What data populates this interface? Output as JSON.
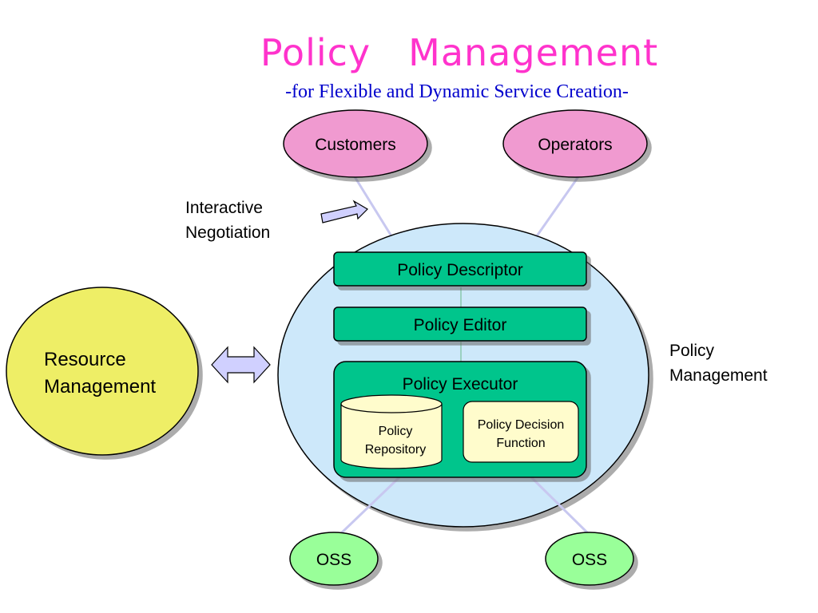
{
  "title": "Policy　Management",
  "subtitle": "-for Flexible and Dynamic Service Creation-",
  "nodes": {
    "customers": "Customers",
    "operators": "Operators",
    "resource_management_line1": "Resource",
    "resource_management_line2": "Management",
    "policy_descriptor": "Policy Descriptor",
    "policy_editor": "Policy Editor",
    "policy_executor": "Policy Executor",
    "policy_repository_line1": "Policy",
    "policy_repository_line2": "Repository",
    "policy_decision_line1": "Policy Decision",
    "policy_decision_line2": "Function",
    "oss_left": "OSS",
    "oss_right": "OSS"
  },
  "labels": {
    "interactive_line1": "Interactive",
    "interactive_line2": "Negotiation",
    "policy_management_line1": "Policy",
    "policy_management_line2": "Management"
  },
  "colors": {
    "title": "#ff33cc",
    "subtitle": "#0000cc",
    "pink_node": "#f09ad0",
    "yellow_node": "#eeee66",
    "light_blue_circle": "#cde8fa",
    "teal_box": "#00c58c",
    "cream_box": "#fffccc",
    "green_node": "#99ff99",
    "arrow_fill": "#d0d0ff",
    "connector": "#c8c8f0"
  }
}
